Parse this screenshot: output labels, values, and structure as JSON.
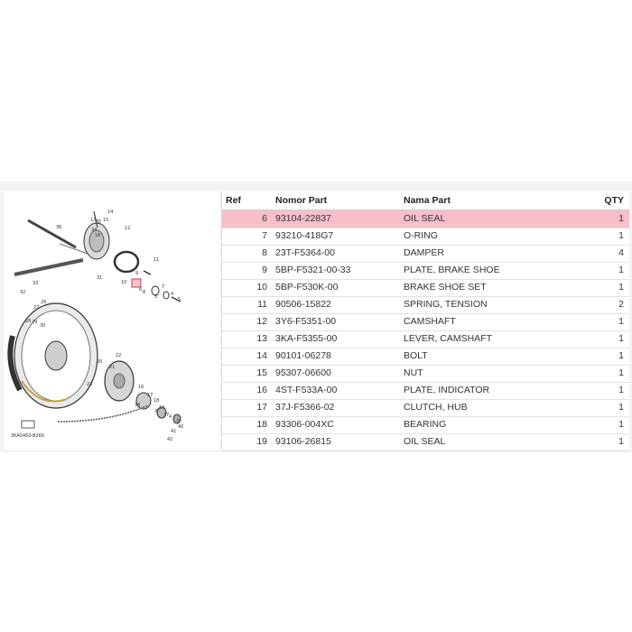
{
  "table": {
    "headers": {
      "ref": "Ref",
      "part_number": "Nomor Part",
      "part_name": "Nama Part",
      "qty": "QTY"
    },
    "rows": [
      {
        "ref": "6",
        "part_number": "93104-22837",
        "part_name": "OIL SEAL",
        "qty": "1",
        "highlighted": true
      },
      {
        "ref": "7",
        "part_number": "93210-418G7",
        "part_name": "O-RING",
        "qty": "1"
      },
      {
        "ref": "8",
        "part_number": "23T-F5364-00",
        "part_name": "DAMPER",
        "qty": "4"
      },
      {
        "ref": "9",
        "part_number": "5BP-F5321-00-33",
        "part_name": "PLATE, BRAKE SHOE",
        "qty": "1"
      },
      {
        "ref": "10",
        "part_number": "5BP-F530K-00",
        "part_name": "BRAKE SHOE SET",
        "qty": "1"
      },
      {
        "ref": "11",
        "part_number": "90506-15822",
        "part_name": "SPRING, TENSION",
        "qty": "2"
      },
      {
        "ref": "12",
        "part_number": "3Y6-F5351-00",
        "part_name": "CAMSHAFT",
        "qty": "1"
      },
      {
        "ref": "13",
        "part_number": "3KA-F5355-00",
        "part_name": "LEVER, CAMSHAFT",
        "qty": "1"
      },
      {
        "ref": "14",
        "part_number": "90101-06278",
        "part_name": "BOLT",
        "qty": "1"
      },
      {
        "ref": "15",
        "part_number": "95307-06600",
        "part_name": "NUT",
        "qty": "1"
      },
      {
        "ref": "16",
        "part_number": "4ST-F533A-00",
        "part_name": "PLATE, INDICATOR",
        "qty": "1"
      },
      {
        "ref": "17",
        "part_number": "37J-F5366-02",
        "part_name": "CLUTCH, HUB",
        "qty": "1"
      },
      {
        "ref": "18",
        "part_number": "93306-004XC",
        "part_name": "BEARING",
        "qty": "1"
      },
      {
        "ref": "19",
        "part_number": "93106-26815",
        "part_name": "OIL SEAL",
        "qty": "1"
      }
    ]
  },
  "diagram": {
    "callouts": [
      "36",
      "14",
      "15",
      "13",
      "12",
      "16",
      "35",
      "34",
      "11",
      "9",
      "32",
      "33",
      "31",
      "10",
      "8",
      "6",
      "7",
      "3",
      "4",
      "5",
      "27",
      "26",
      "28",
      "29",
      "30",
      "21",
      "22",
      "20",
      "23",
      "19",
      "18",
      "17",
      "16",
      "6",
      "4",
      "5",
      "38",
      "37",
      "40",
      "41",
      "42"
    ],
    "code": "3KA0460-B260"
  },
  "colors": {
    "highlight": "#f7bfca",
    "panel": "#f3f3f3",
    "border": "#e2e2e2",
    "marker": "#d9384b"
  }
}
